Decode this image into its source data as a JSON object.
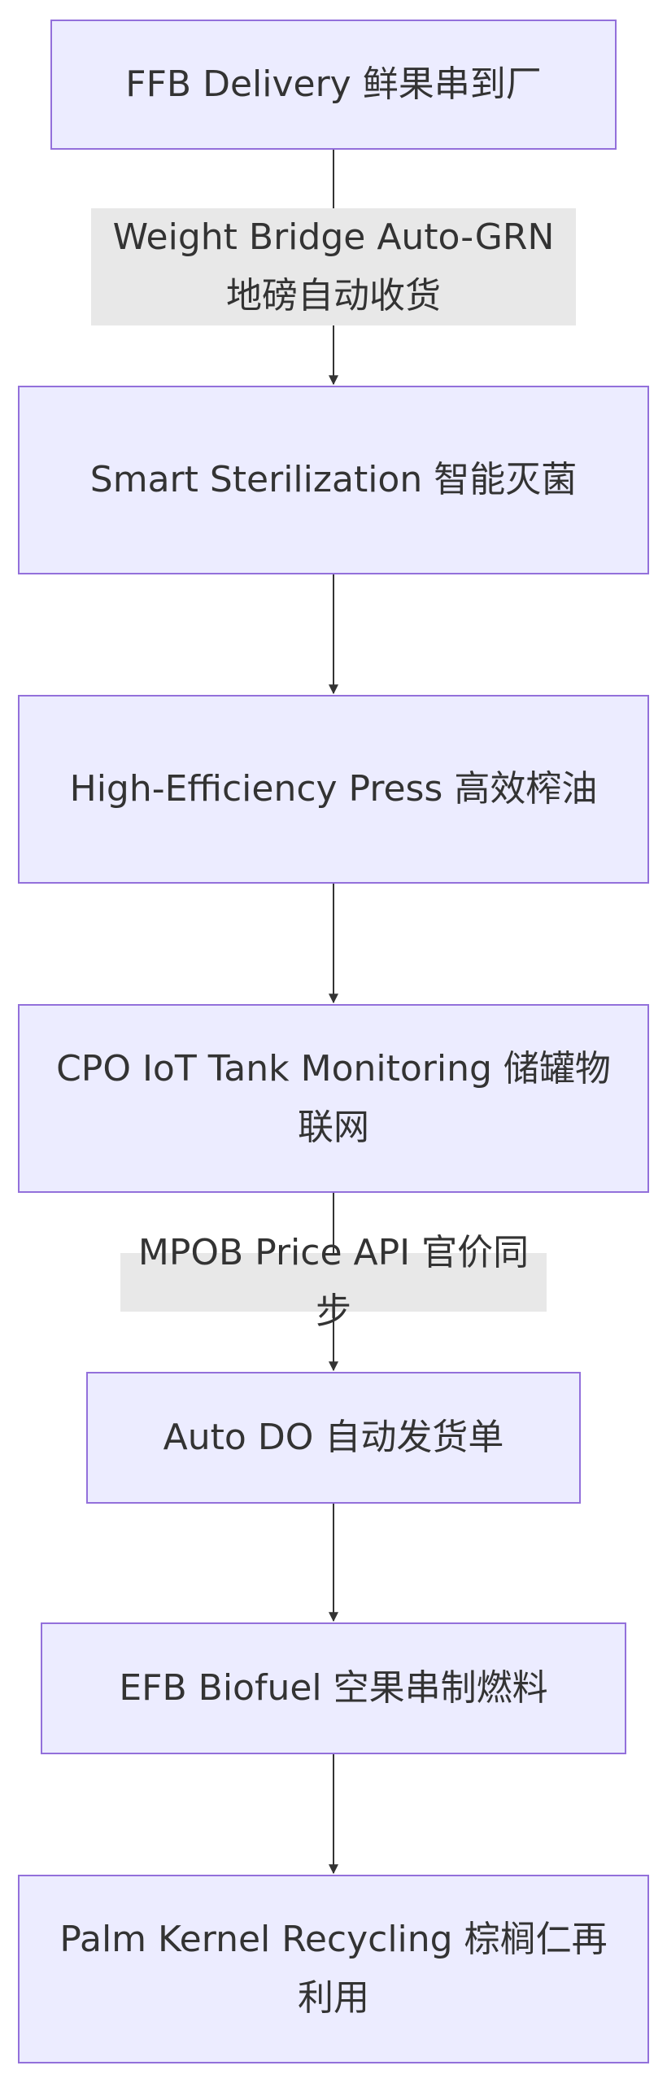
{
  "nodes": [
    {
      "id": "ffb-delivery",
      "label": "FFB Delivery 鲜果串到厂"
    },
    {
      "id": "smart-sterilization",
      "label": "Smart Sterilization 智能灭菌"
    },
    {
      "id": "high-efficiency-press",
      "label": "High-Efficiency Press 高效榨油"
    },
    {
      "id": "cpo-iot-tank",
      "label": "CPO IoT Tank Monitoring 储罐物联网"
    },
    {
      "id": "auto-do",
      "label": "Auto DO 自动发货单"
    },
    {
      "id": "efb-biofuel",
      "label": "EFB Biofuel 空果串制燃料"
    },
    {
      "id": "palm-kernel-recycling",
      "label": "Palm Kernel Recycling 棕榈仁再利用"
    }
  ],
  "edges": [
    {
      "from": "ffb-delivery",
      "to": "smart-sterilization",
      "label": "Weight Bridge Auto-GRN 地磅自动收货"
    },
    {
      "from": "smart-sterilization",
      "to": "high-efficiency-press",
      "label": ""
    },
    {
      "from": "high-efficiency-press",
      "to": "cpo-iot-tank",
      "label": ""
    },
    {
      "from": "cpo-iot-tank",
      "to": "auto-do",
      "label": "MPOB Price API 官价同步"
    },
    {
      "from": "auto-do",
      "to": "efb-biofuel",
      "label": ""
    },
    {
      "from": "efb-biofuel",
      "to": "palm-kernel-recycling",
      "label": ""
    }
  ],
  "colors": {
    "node_fill": "#ECECFF",
    "node_stroke": "#9370DB",
    "edge": "#333333",
    "edge_label_bg": "#E8E8E8",
    "text": "#333333"
  }
}
